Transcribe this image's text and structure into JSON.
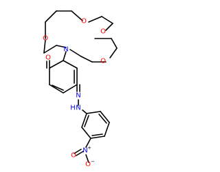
{
  "colors": {
    "background": "#ffffff",
    "bond": "#000000",
    "oxygen": "#ff0000",
    "nitrogen": "#0000ff",
    "charge": "#000000"
  },
  "atoms": {
    "crown_o1": "O",
    "crown_o2": "O",
    "crown_o3": "O",
    "crown_o4": "O",
    "crown_n": "N",
    "ketone_o": "O",
    "imine_n": "N",
    "hydrazine_n": "N",
    "hydrazine_h": "H",
    "nitro_n": "N",
    "nitro_n_charge": "+",
    "nitro_o": "O",
    "nitro_o_minus": "O",
    "nitro_o_charge": "−"
  }
}
